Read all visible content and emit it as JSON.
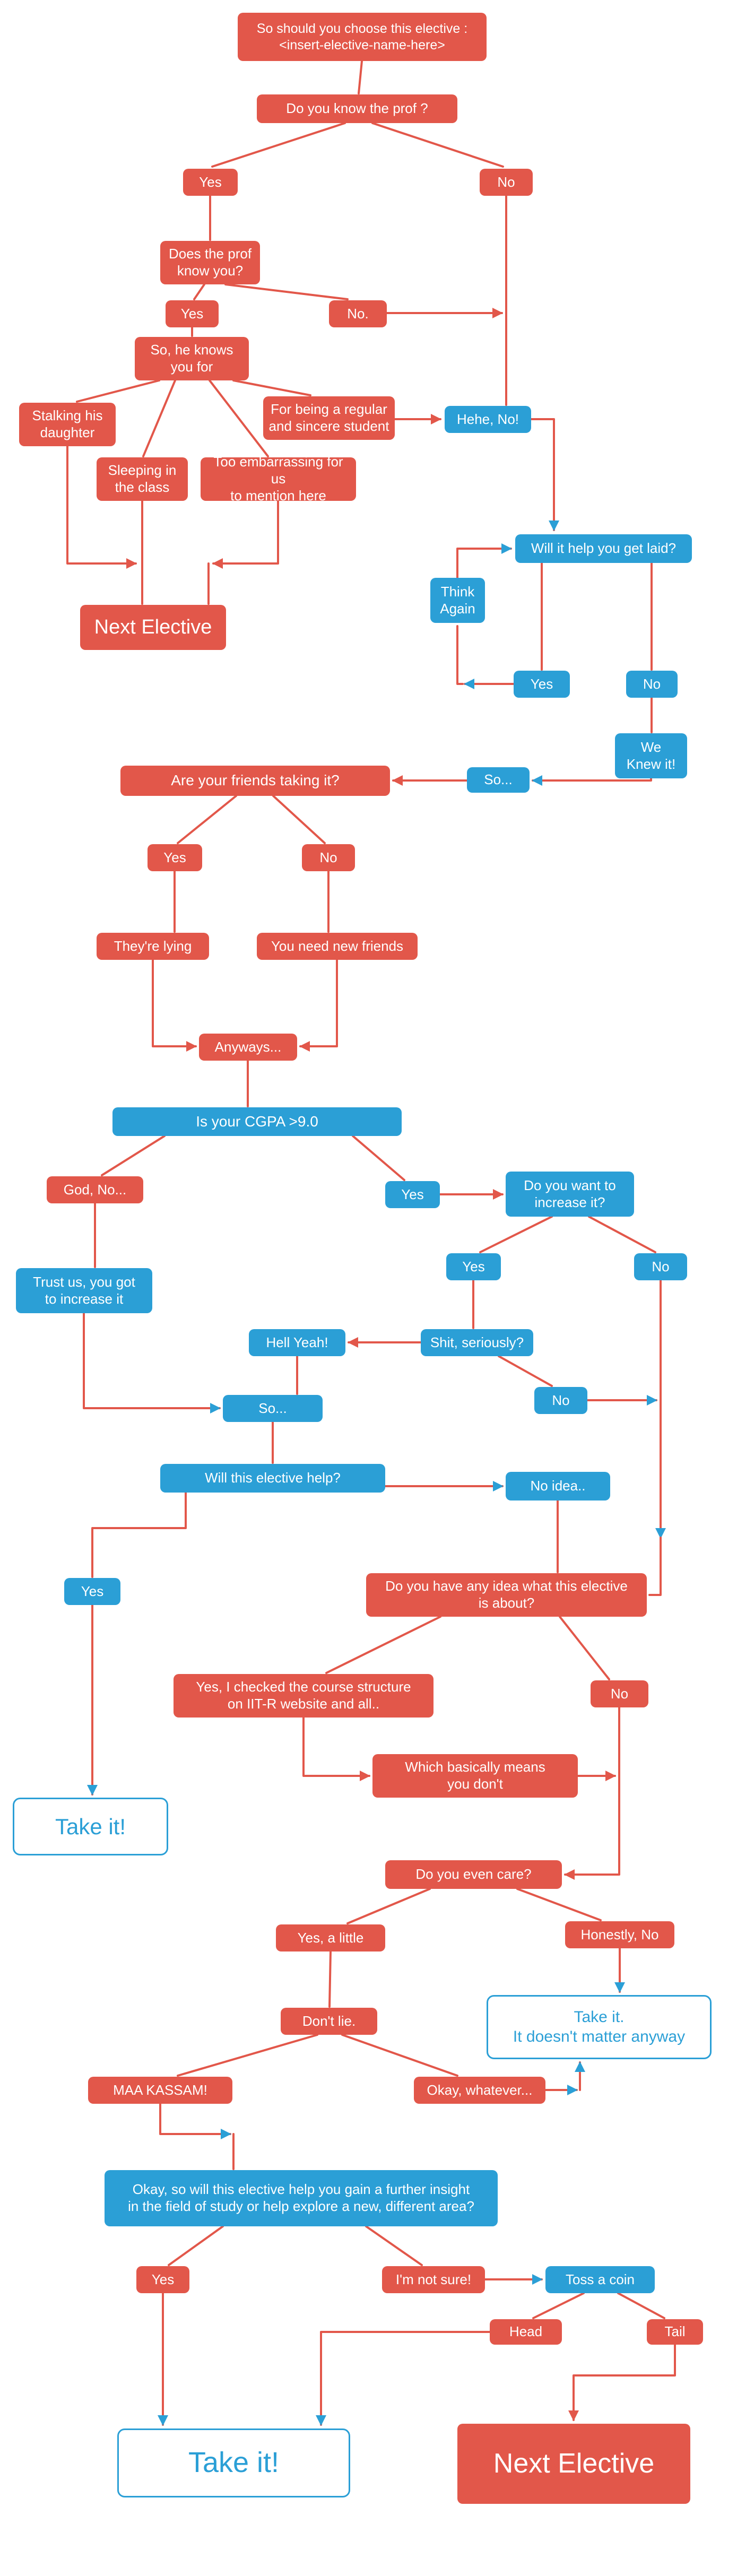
{
  "palette": {
    "node_red": "#e2574a",
    "node_blue": "#2b9fd6",
    "outline_blue": "#2b9fd6",
    "background": "#ffffff",
    "line_red": "#e2574a",
    "arrow_blue": "#2b9fd6"
  },
  "nodes": {
    "start": "So should you choose this elective :\n<insert-elective-name-here>",
    "know_prof": "Do you know the prof ?",
    "yes1": "Yes",
    "no1": "No",
    "prof_know_you": "Does the prof\nknow you?",
    "yes2": "Yes",
    "no2": "No.",
    "knows_you_for": "So, he knows\nyou for",
    "stalking": "Stalking his\ndaughter",
    "regular": "For being a regular\nand sincere student",
    "hehe_no": "Hehe, No!",
    "sleeping": "Sleeping in\nthe class",
    "embarrassing": "Too embarrassing for us\nto mention here",
    "get_laid": "Will it help you get laid?",
    "think_again": "Think\nAgain",
    "next_elective_1": "Next Elective",
    "yes3": "Yes",
    "no3": "No",
    "we_knew_it": "We\nKnew it!",
    "so1": "So...",
    "friends_taking": "Are your friends taking it?",
    "yes4": "Yes",
    "no4": "No",
    "lying": "They're lying",
    "new_friends": "You need new friends",
    "anyways": "Anyways...",
    "cgpa": "Is your CGPA >9.0",
    "god_no": "God, No...",
    "yes5": "Yes",
    "increase_it": "Do you want to\nincrease it?",
    "trust_us": "Trust us, you got\nto increase it",
    "yes6": "Yes",
    "no5": "No",
    "hell_yeah": "Hell Yeah!",
    "shit_seriously": "Shit, seriously?",
    "no6": "No",
    "so2": "So...",
    "elective_help": "Will this elective help?",
    "no_idea": "No idea..",
    "yes7": "Yes",
    "any_idea": "Do you have any idea what this elective\nis about?",
    "checked": "Yes, I checked the course structure\non IIT-R website and all..",
    "no7": "No",
    "basically": "Which basically means\nyou don't",
    "take_it_1": "Take it!",
    "even_care": "Do you even care?",
    "yes_little": "Yes, a little",
    "honestly_no": "Honestly, No",
    "dont_lie": "Don't lie.",
    "take_it_2": "Take it.\nIt doesn't matter anyway",
    "maa_kassam": "MAA KASSAM!",
    "okay_whatever": "Okay, whatever...",
    "insight": "Okay, so will this elective help you gain a further insight\nin the field of study or help explore a new,  different area?",
    "yes8": "Yes",
    "not_sure": "I'm not sure!",
    "toss_coin": "Toss a coin",
    "head": "Head",
    "tail": "Tail",
    "take_it_3": "Take it!",
    "next_elective_2": "Next Elective"
  }
}
